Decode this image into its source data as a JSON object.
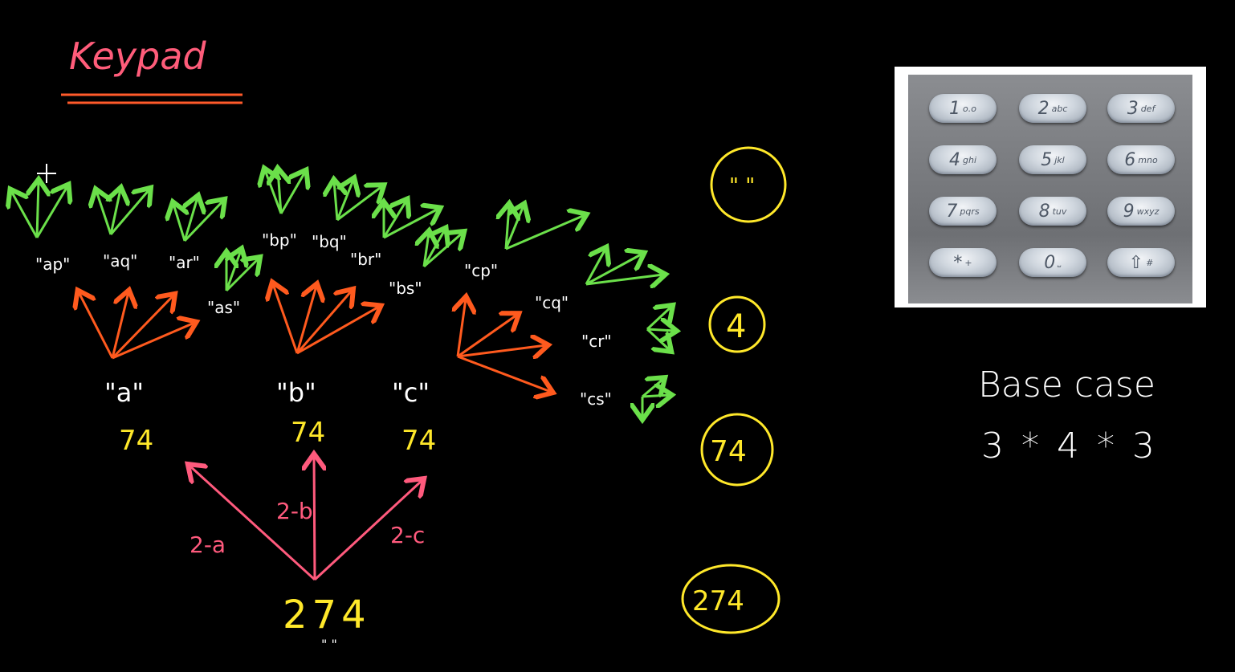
{
  "title": "Keypad",
  "tree": {
    "root": {
      "label": "274",
      "sub": "\" \""
    },
    "edge_labels": [
      "2-a",
      "2-b",
      "2-c"
    ],
    "level1": [
      {
        "label": "\"a\"",
        "rest": "74"
      },
      {
        "label": "\"b\"",
        "rest": "74"
      },
      {
        "label": "\"c\"",
        "rest": "74"
      }
    ],
    "level2": [
      "\"ap\"",
      "\"aq\"",
      "\"ar\"",
      "\"as\"",
      "\"bp\"",
      "\"bq\"",
      "\"br\"",
      "\"bs\"",
      "\"cp\"",
      "\"cq\"",
      "\"cr\"",
      "\"cs\""
    ]
  },
  "circled": [
    "\" \"",
    "4",
    "74",
    "274"
  ],
  "keypad": {
    "keys": [
      {
        "digit": "1",
        "letters": "o.o"
      },
      {
        "digit": "2",
        "letters": "abc"
      },
      {
        "digit": "3",
        "letters": "def"
      },
      {
        "digit": "4",
        "letters": "ghi"
      },
      {
        "digit": "5",
        "letters": "jkl"
      },
      {
        "digit": "6",
        "letters": "mno"
      },
      {
        "digit": "7",
        "letters": "pqrs"
      },
      {
        "digit": "8",
        "letters": "tuv"
      },
      {
        "digit": "9",
        "letters": "wxyz"
      },
      {
        "digit": "*",
        "letters": "+"
      },
      {
        "digit": "0",
        "letters": "⎵"
      },
      {
        "digit": "⇧",
        "letters": "#"
      }
    ]
  },
  "base_case": {
    "label": "Base case",
    "formula": "3 * 4 * 3"
  },
  "colors": {
    "title": "#ff5c7a",
    "underline": "#ff5a2a",
    "pink": "#ff5a7d",
    "orange": "#ff5a1e",
    "green": "#6be04a",
    "yellow": "#ffe82a",
    "white": "#ffffff"
  }
}
